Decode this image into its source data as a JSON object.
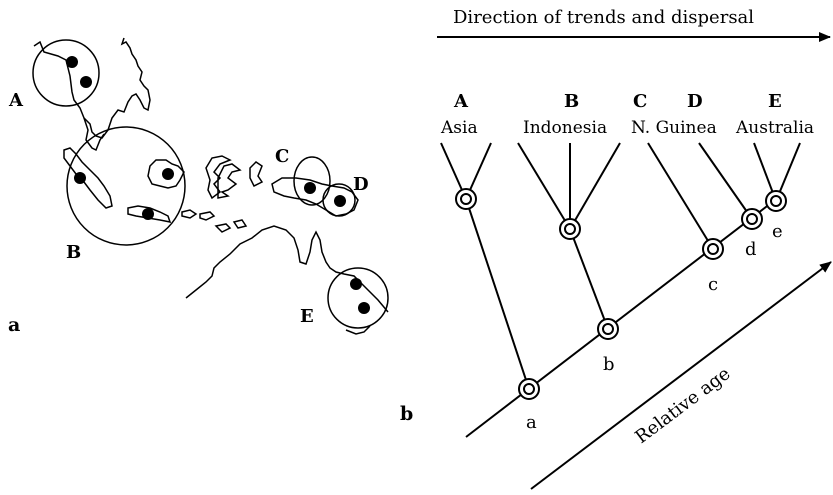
{
  "panel_a": {
    "label": "a",
    "region_labels": {
      "A": "A",
      "B": "B",
      "C": "C",
      "D": "D",
      "E": "E"
    }
  },
  "panel_b": {
    "label": "b",
    "direction_label": "Direction of trends and dispersal",
    "relative_age_label": "Relative age",
    "areas": [
      {
        "letter": "A",
        "name": "Asia"
      },
      {
        "letter": "B",
        "name": "Indonesia"
      },
      {
        "letter": "C",
        "name": "N. Guinea"
      },
      {
        "letter": "D",
        "name": ""
      },
      {
        "letter": "E",
        "name": "Australia"
      }
    ],
    "nodes": [
      "a",
      "b",
      "c",
      "d",
      "e"
    ]
  }
}
